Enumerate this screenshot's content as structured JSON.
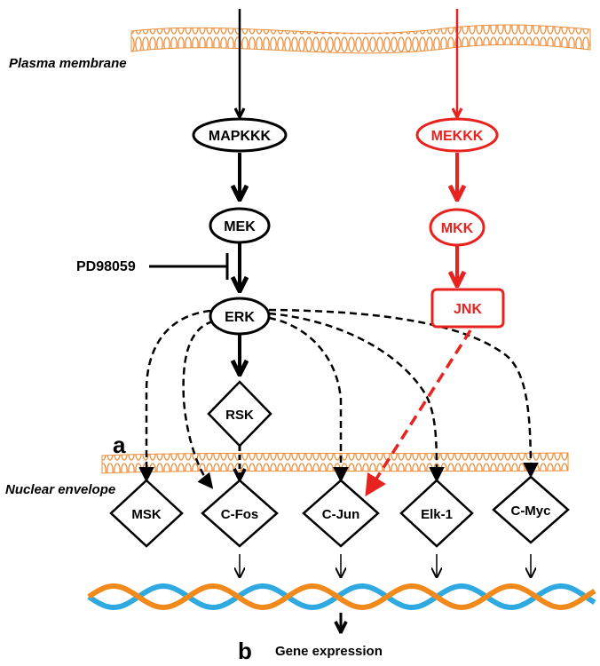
{
  "colors": {
    "black": "#000000",
    "red": "#e8231f",
    "membrane": "#e98f3c",
    "dna_orange": "#f08a1c",
    "dna_blue": "#2fa9e0"
  },
  "labels": {
    "plasma_membrane": "Plasma membrane",
    "nuclear_envelope": "Nuclear envelope",
    "panel_a": "a",
    "panel_b": "b",
    "gene_expression": "Gene expression",
    "inhibitor": "PD98059"
  },
  "erk_pathway": {
    "mapkkk": "MAPKKK",
    "mek": "MEK",
    "erk": "ERK",
    "rsk": "RSK"
  },
  "jnk_pathway": {
    "mekkk": "MEKKK",
    "mkk": "MKK",
    "jnk": "JNK"
  },
  "targets": {
    "msk": "MSK",
    "cfos": "C-Fos",
    "cjun": "C-Jun",
    "elk1": "Elk-1",
    "cmyc": "C-Myc"
  }
}
